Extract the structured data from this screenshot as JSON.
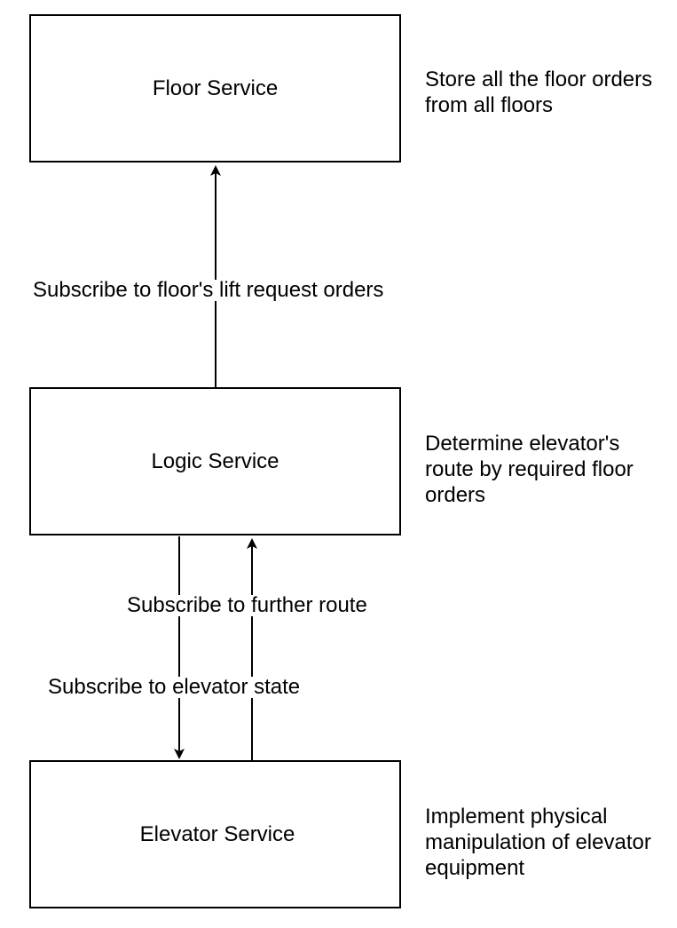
{
  "nodes": {
    "floor": {
      "label": "Floor Service",
      "description": "Store all the floor orders from all floors"
    },
    "logic": {
      "label": "Logic Service",
      "description": "Determine elevator's route by required floor orders"
    },
    "elevator": {
      "label": "Elevator Service",
      "description": "Implement physical manipulation of elevator equipment"
    }
  },
  "edges": {
    "logic_to_floor": {
      "from": "Logic Service",
      "to": "Floor Service",
      "label": "Subscribe to floor's lift request orders"
    },
    "elevator_to_logic": {
      "from": "Elevator Service",
      "to": "Logic Service",
      "label": "Subscribe to further route"
    },
    "logic_to_elevator": {
      "from": "Logic Service",
      "to": "Elevator Service",
      "label": "Subscribe to elevator state"
    }
  },
  "colors": {
    "stroke": "#000000",
    "background": "#ffffff"
  }
}
